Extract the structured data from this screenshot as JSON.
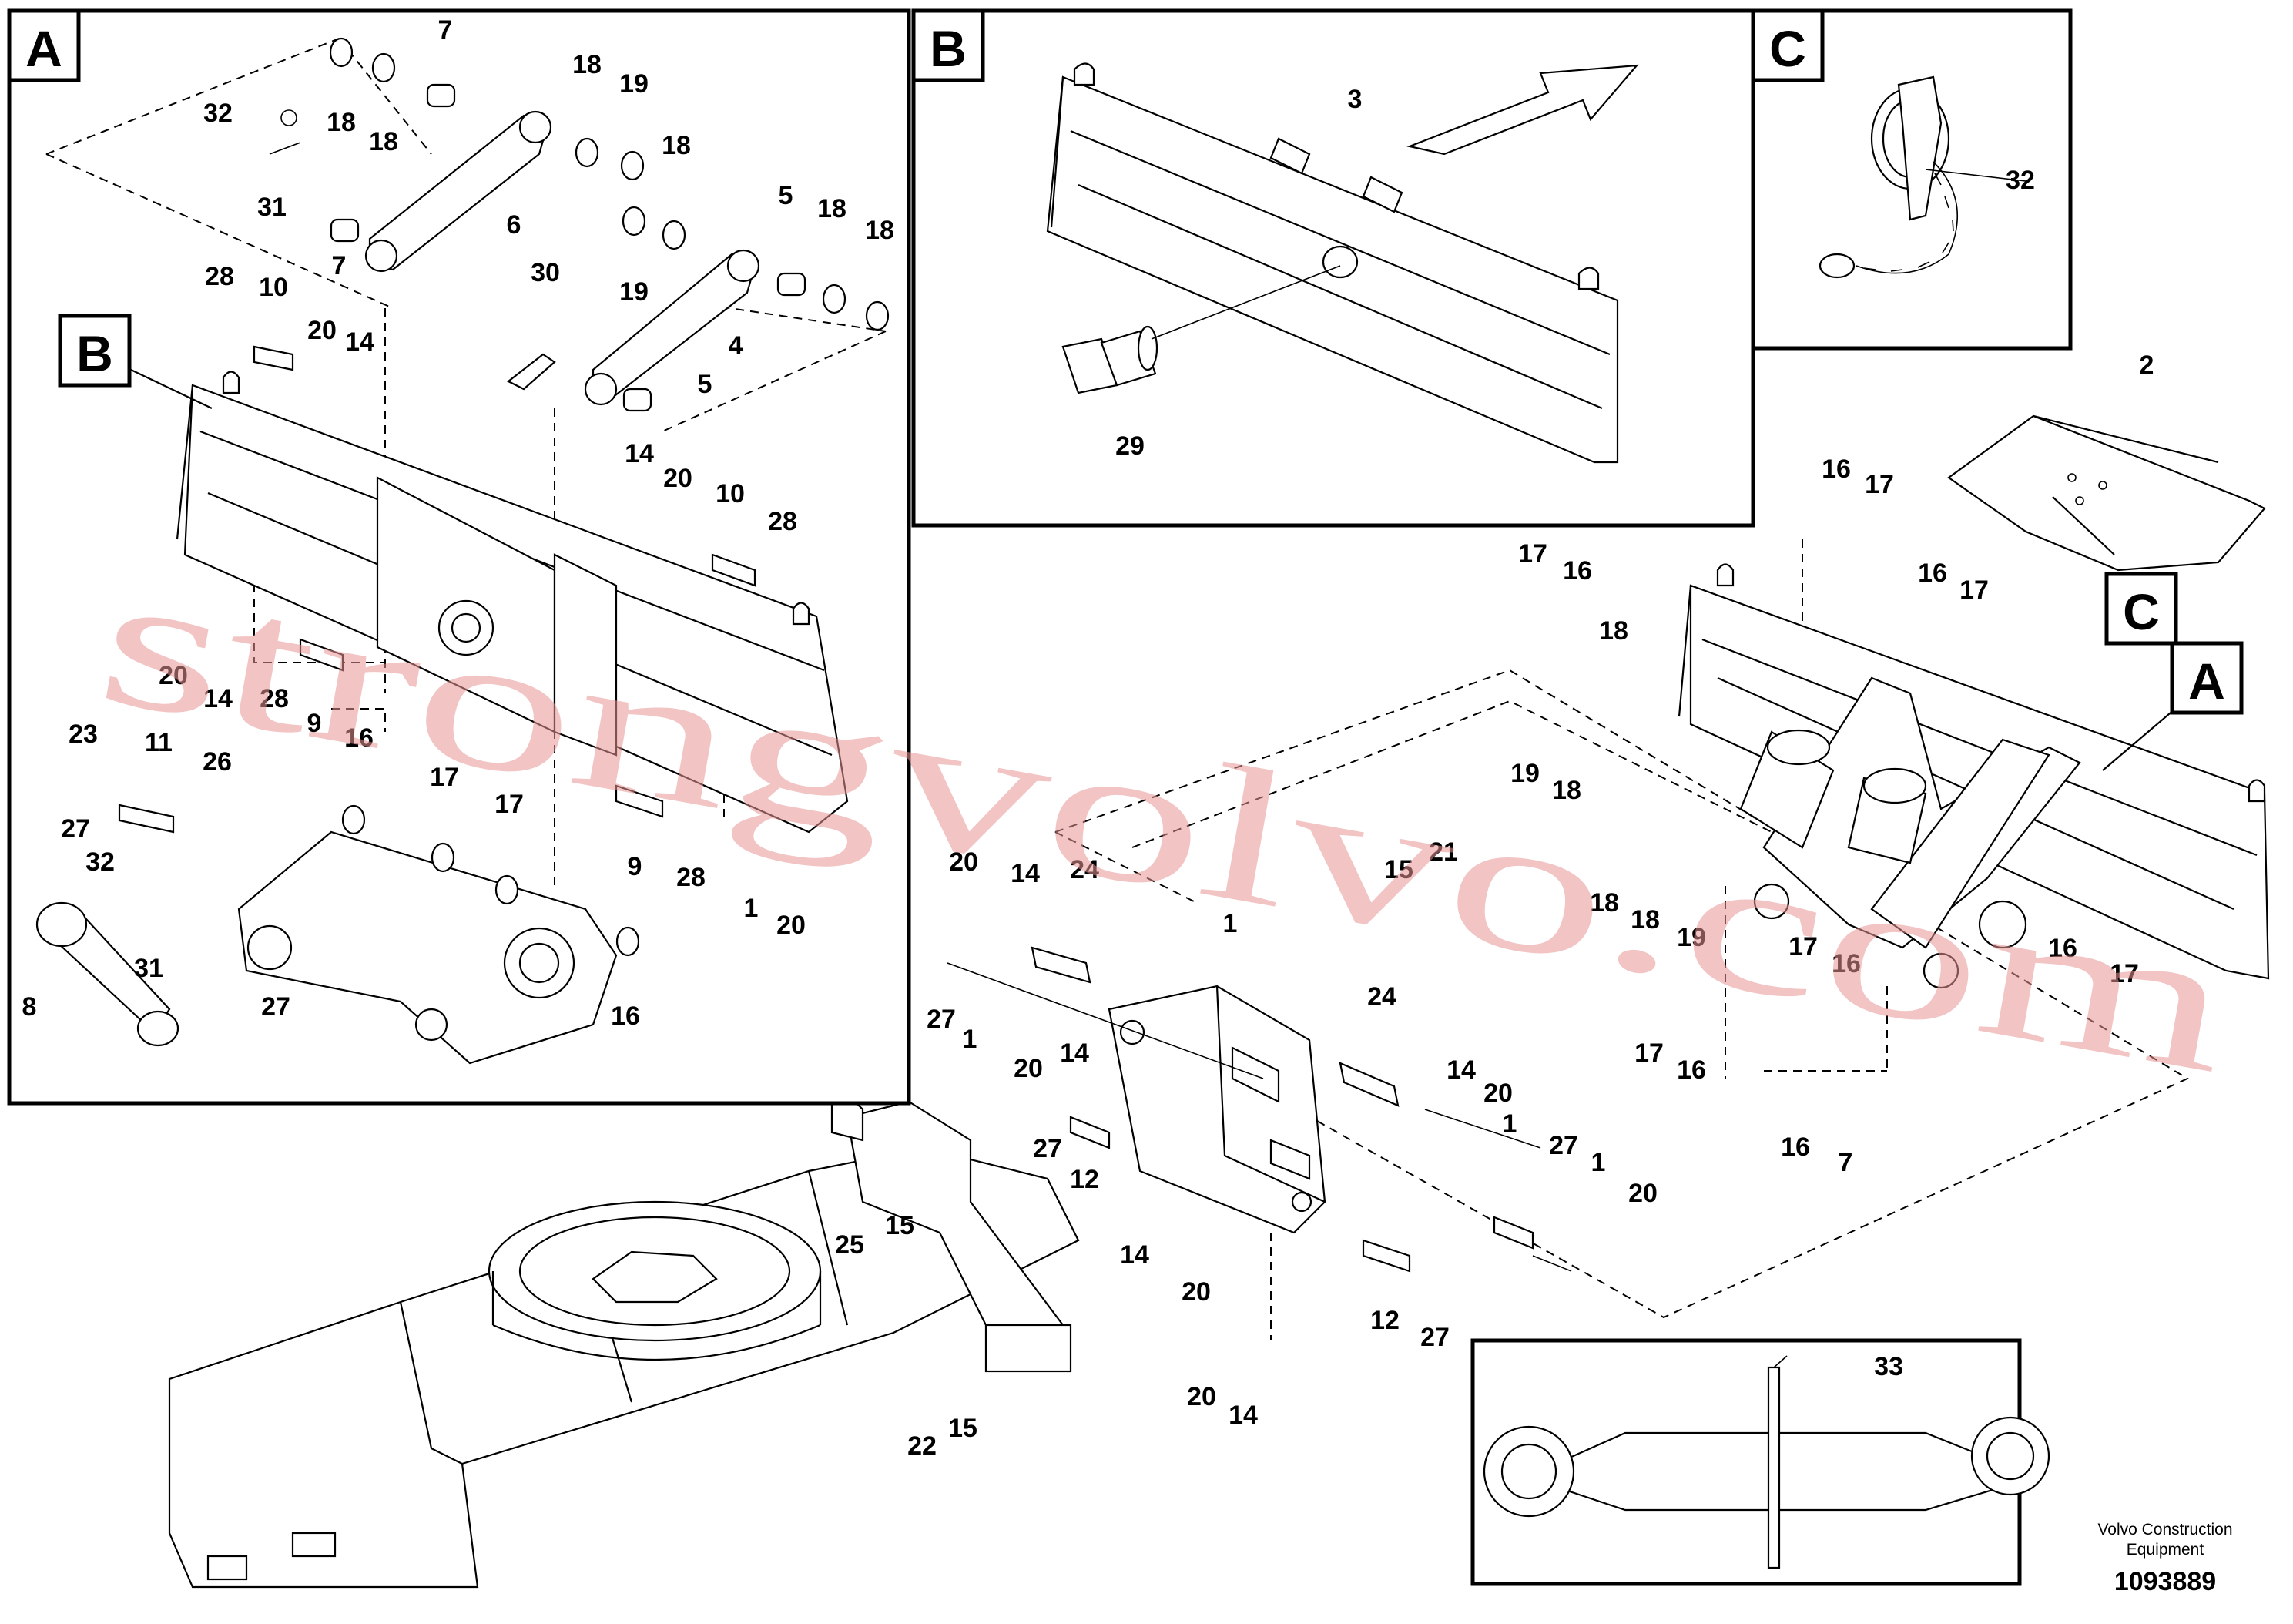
{
  "sections": {
    "A": "A",
    "B": "B",
    "C": "C"
  },
  "numbers": {
    "n1": "1",
    "n2": "2",
    "n3": "3",
    "n4": "4",
    "n5": "5",
    "n6": "6",
    "n7": "7",
    "n8": "8",
    "n9": "9",
    "n10": "10",
    "n11": "11",
    "n12": "12",
    "n14": "14",
    "n15": "15",
    "n16": "16",
    "n17": "17",
    "n18": "18",
    "n19": "19",
    "n20": "20",
    "n21": "21",
    "n22": "22",
    "n23": "23",
    "n24": "24",
    "n25": "25",
    "n26": "26",
    "n27": "27",
    "n28": "28",
    "n29": "29",
    "n30": "30",
    "n31": "31",
    "n32": "32",
    "n33": "33"
  },
  "footer": {
    "brand_line1": "Volvo Construction",
    "brand_line2": "Equipment",
    "doc_id": "1093889"
  },
  "watermark": "strongvolvo.com"
}
